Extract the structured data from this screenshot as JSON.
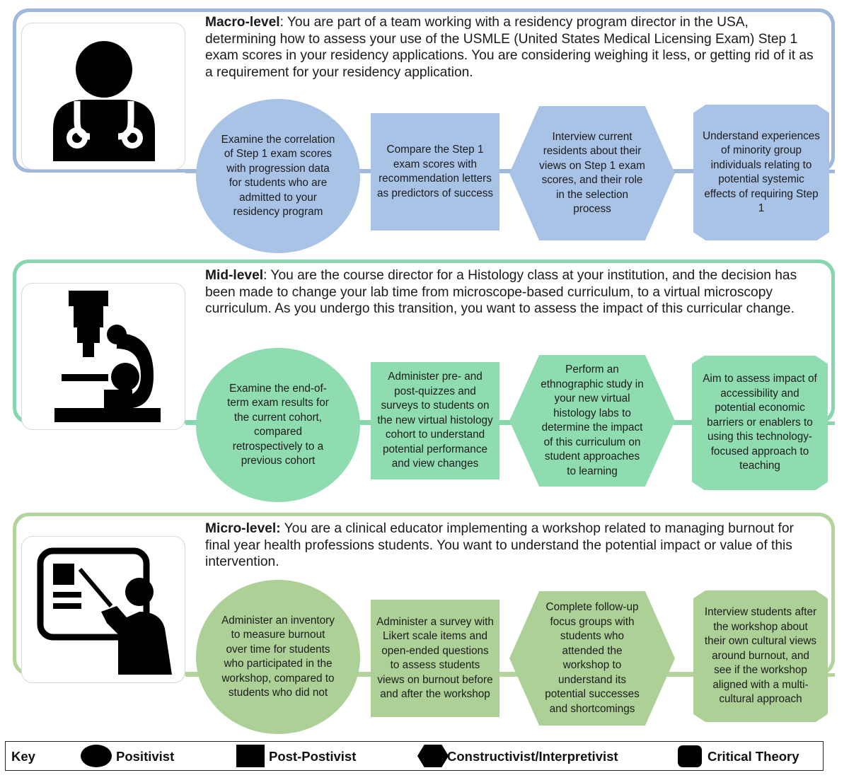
{
  "colors": {
    "macro_border": "#9fb8dc",
    "macro_fill": "#a8c3e6",
    "mid_border": "#86d6ae",
    "mid_fill": "#8edcb0",
    "micro_border": "#b5d39c",
    "micro_fill": "#acd096",
    "key_shape": "#000000"
  },
  "panels": [
    {
      "id": "macro",
      "icon": "doctor-stethoscope-icon",
      "heading": "Macro-level",
      "text": ": You are part of a team working with a residency program director in the USA, determining how to assess your use of the USMLE (United States Medical Licensing Exam) Step 1 exam scores in your residency applications. You are considering weighing it less, or getting rid of it as a requirement for your residency application.",
      "items": [
        {
          "paradigm": "Positivist",
          "text": "Examine the correlation of Step 1 exam scores with progression data for students who are admitted to your residency program"
        },
        {
          "paradigm": "Post-Postivist",
          "text": "Compare the Step 1 exam scores with recommendation letters as predictors of success"
        },
        {
          "paradigm": "Constructivist/Interpretivist",
          "text": "Interview current residents about their views on Step 1 exam scores, and their role in the selection process"
        },
        {
          "paradigm": "Critical Theory",
          "text": "Understand experiences of minority group individuals relating to potential systemic effects of requiring Step 1"
        }
      ]
    },
    {
      "id": "mid",
      "icon": "microscope-icon",
      "heading": "Mid-level",
      "text": ": You are the course director for a Histology class at your institution, and the decision has been made to change your lab time from microscope-based curriculum, to a virtual microscopy curriculum. As you undergo this transition, you want to assess the impact of this curricular change.",
      "items": [
        {
          "paradigm": "Positivist",
          "text": "Examine the end-of-term exam results for the current cohort, compared retrospectively to a previous cohort"
        },
        {
          "paradigm": "Post-Postivist",
          "text": "Administer pre- and post-quizzes and surveys to students on the new virtual histology cohort to understand potential performance and view changes"
        },
        {
          "paradigm": "Constructivist/Interpretivist",
          "text": "Perform an ethnographic study in your new virtual histology labs to determine the impact of this curriculum on student approaches to learning"
        },
        {
          "paradigm": "Critical Theory",
          "text": "Aim to assess impact of accessibility and potential economic barriers or enablers to using this technology-focused approach to teaching"
        }
      ]
    },
    {
      "id": "micro",
      "icon": "teacher-whiteboard-icon",
      "heading": "Micro-level:",
      "text": " You are a clinical educator implementing a workshop related to managing burnout for final year health professions students. You want to understand the potential impact or value of this intervention.",
      "items": [
        {
          "paradigm": "Positivist",
          "text": "Administer an inventory to measure burnout over time for students who participated in the workshop, compared to students who did not"
        },
        {
          "paradigm": "Post-Postivist",
          "text": "Administer a survey with Likert scale items and open-ended questions to assess students views on burnout before and after the workshop"
        },
        {
          "paradigm": "Constructivist/Interpretivist",
          "text": "Complete follow-up focus groups with students who attended the workshop to understand its potential successes and shortcomings"
        },
        {
          "paradigm": "Critical Theory",
          "text": "Interview students after the workshop about their own cultural views around burnout, and see if the workshop aligned with a multi-cultural approach"
        }
      ]
    }
  ],
  "key": {
    "title": "Key",
    "items": [
      {
        "shape": "circle",
        "label": "Positivist"
      },
      {
        "shape": "square",
        "label": "Post-Postivist"
      },
      {
        "shape": "hexagon",
        "label": "Constructivist/Interpretivist"
      },
      {
        "shape": "rounded-square",
        "label": "Critical Theory"
      }
    ]
  }
}
